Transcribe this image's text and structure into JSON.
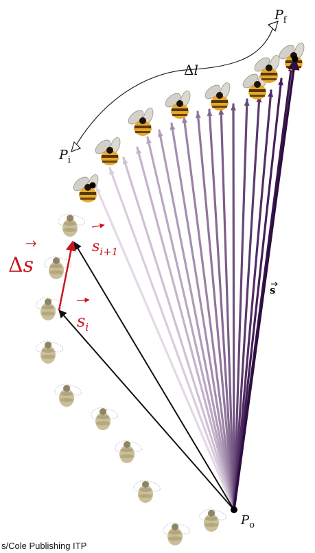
{
  "labels": {
    "p_final": "P",
    "p_final_sub": "f",
    "p_initial": "P",
    "p_initial_sub": "i",
    "p_origin": "P",
    "p_origin_sub": "o",
    "path_length_delta": "Δ",
    "path_length_var": "l",
    "displacement_vec": "s",
    "delta_s_delta": "Δ",
    "delta_s_var": "s",
    "s_next": "s",
    "s_next_sub": "i+1",
    "s_i": "s",
    "s_i_sub": "i"
  },
  "credit": "s/Cole Publishing ITP",
  "colors": {
    "dark_vector": "#2b0f3e",
    "red_vector": "#c8161d",
    "black_vector": "#111111",
    "bee_body": "#c9b986",
    "bee_stripe": "#8a5a14",
    "bee_yellow": "#e9a72a",
    "fan_light": "#e3d8e6",
    "fan_dark": "#2b0f3e"
  },
  "icons": {
    "bee": "bumblebee-icon",
    "open_arrowhead": "open-arrowhead-icon",
    "point": "point-marker-icon"
  }
}
